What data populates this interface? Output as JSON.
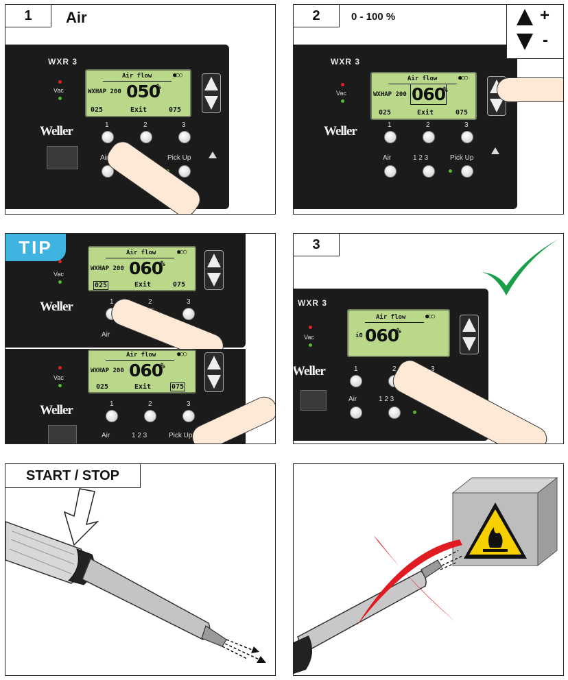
{
  "panel1": {
    "step": "1",
    "title": "Air"
  },
  "panel2": {
    "step": "2",
    "title": "0 - 100 %",
    "plus": "+",
    "minus": "-"
  },
  "panel3": {
    "badge": "TIP"
  },
  "panel4": {
    "step": "3"
  },
  "panel5": {
    "title": "START / STOP"
  },
  "station": {
    "model": "WXR 3",
    "brand": "Weller",
    "vac_label": "Vac",
    "air_label": "Air",
    "preset_labels": [
      "1",
      "2",
      "3"
    ],
    "preset_row_label": "1  2  3",
    "pickup_label": "Pick Up"
  },
  "lcd": {
    "airflow_label": "Air flow",
    "tool": "WXHAP 200",
    "exit_label": "Exit",
    "min_value": "025",
    "max_value": "075",
    "percent": "%",
    "value_step1": "050",
    "value_step2": "060",
    "value_tip": "060",
    "value_step3": "060",
    "step3_prefix": "i0"
  },
  "colors": {
    "tip_blue": "#3fb4e0",
    "check_green": "#1a9e4a",
    "cross_red": "#e11b22",
    "lcd_green": "#b9d88a",
    "warning_yellow": "#f7d000"
  }
}
